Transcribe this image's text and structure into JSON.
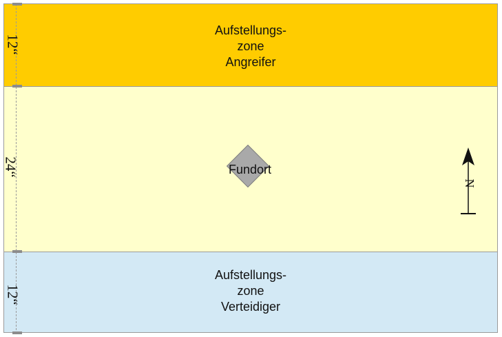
{
  "zones": {
    "attacker": {
      "label": "Aufstellungs-\nzone\nAngreifer",
      "color": "#ffcc00"
    },
    "middle": {
      "color": "#ffffcc"
    },
    "defender": {
      "label": "Aufstellungs-\nzone\nVerteidiger",
      "color": "#d3e9f5"
    }
  },
  "objective": {
    "label": "Fundort"
  },
  "dimensions": {
    "top": "12“",
    "middle": "24“",
    "bottom": "12“"
  },
  "compass": {
    "label": "N"
  }
}
